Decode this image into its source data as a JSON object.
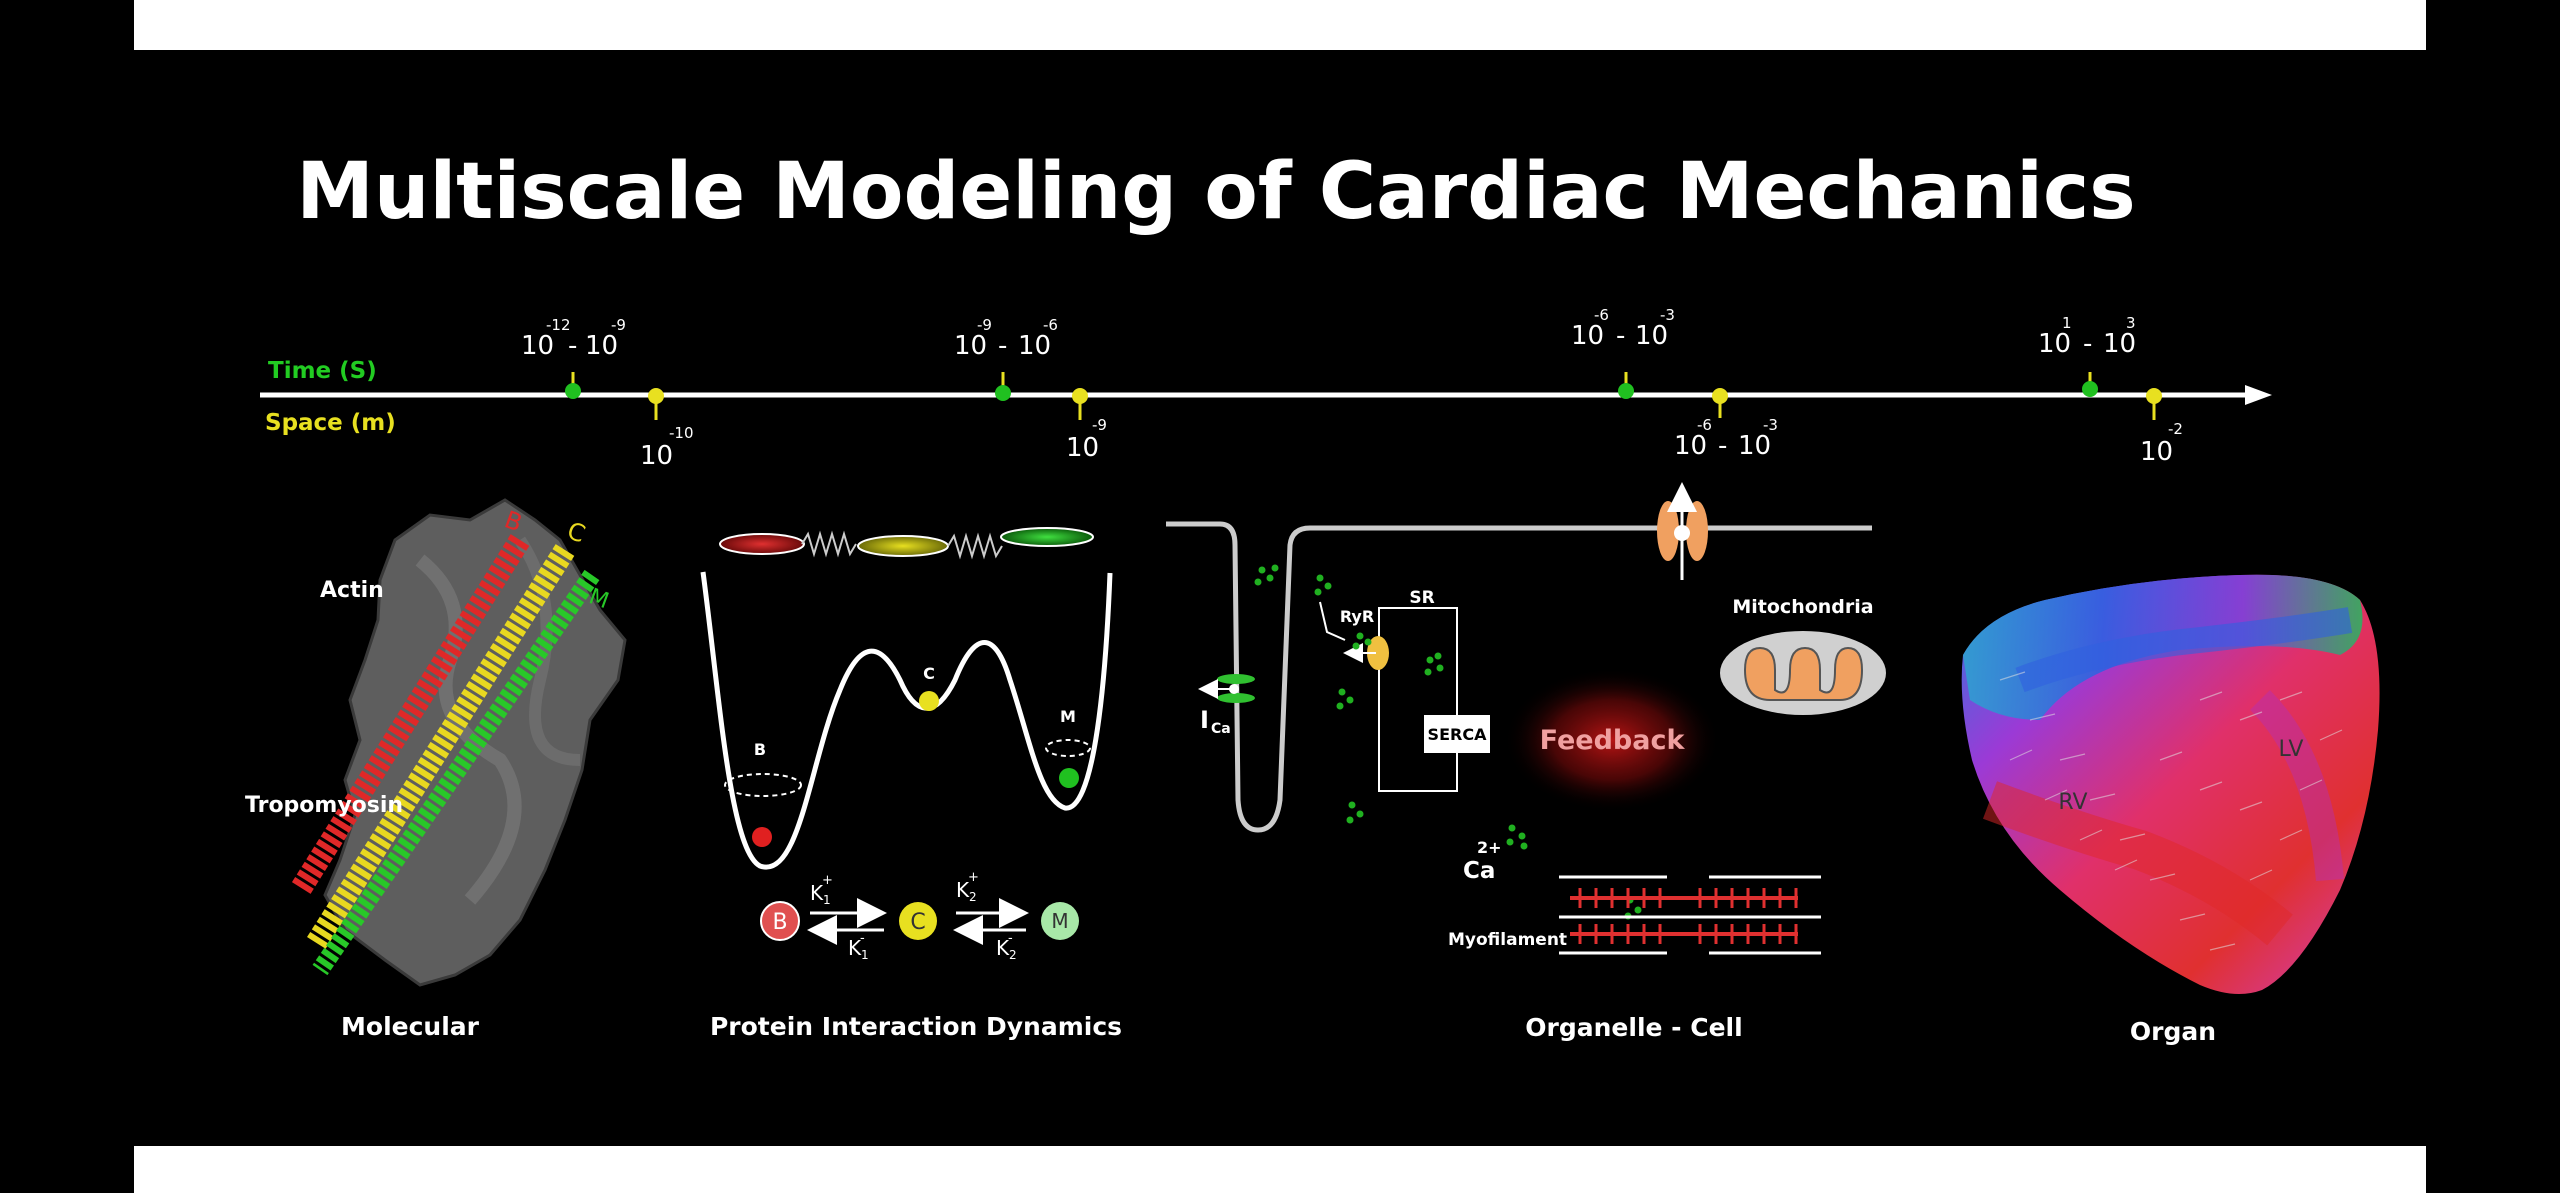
{
  "title": "Multiscale Modeling of Cardiac Mechanics",
  "axis": {
    "time_label": "Time (S)",
    "space_label": "Space (m)",
    "time_color": "#22cc22",
    "space_color": "#e8e020",
    "time_ticks": [
      {
        "from_base": "10",
        "from_exp": "-12",
        "to_base": "10",
        "to_exp": "-9"
      },
      {
        "from_base": "10",
        "from_exp": "-9",
        "to_base": "10",
        "to_exp": "-6"
      },
      {
        "from_base": "10",
        "from_exp": "-6",
        "to_base": "10",
        "to_exp": "-3"
      },
      {
        "from_base": "10",
        "from_exp": "1",
        "to_base": "10",
        "to_exp": "3"
      }
    ],
    "space_ticks": [
      {
        "base": "10",
        "exp": "-10"
      },
      {
        "base": "10",
        "exp": "-9"
      },
      {
        "from_base": "10",
        "from_exp": "-6",
        "to_base": "10",
        "to_exp": "-3"
      },
      {
        "base": "10",
        "exp": "-2"
      }
    ]
  },
  "molecular": {
    "caption": "Molecular",
    "actin": "Actin",
    "tropomyosin": "Tropomyosin",
    "strand_b": "B",
    "strand_c": "C",
    "strand_m": "M"
  },
  "protein": {
    "caption": "Protein Interaction Dynamics",
    "well_b": "B",
    "well_c": "C",
    "well_m": "M",
    "state_b": "B",
    "state_c": "C",
    "state_m": "M",
    "k1_plus": "K",
    "k1_plus_sub": "1",
    "k1_plus_sup": "+",
    "k1_minus": "K",
    "k1_minus_sub": "1",
    "k1_minus_sup": "-",
    "k2_plus": "K",
    "k2_plus_sub": "2",
    "k2_plus_sup": "+",
    "k2_minus": "K",
    "k2_minus_sub": "2",
    "k2_minus_sup": "-"
  },
  "cell": {
    "caption": "Organelle - Cell",
    "ica": "I",
    "ica_sub": "Ca",
    "ryr": "RyR",
    "sr": "SR",
    "serca": "SERCA",
    "feedback": "Feedback",
    "mitochondria": "Mitochondria",
    "ca": "Ca",
    "ca_sup": "2+",
    "myofilament": "Myofilament"
  },
  "organ": {
    "caption": "Organ",
    "rv": "RV",
    "lv": "LV"
  }
}
